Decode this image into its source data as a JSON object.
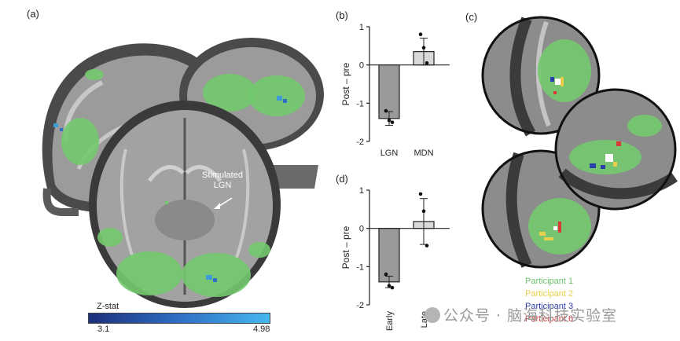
{
  "panels": {
    "a": "(a)",
    "b": "(b)",
    "c": "(c)",
    "d": "(d)"
  },
  "brain": {
    "annotation": [
      "Stimulated",
      "LGN"
    ]
  },
  "zstat": {
    "title": "Z-stat",
    "min_label": "3.1",
    "max_label": "4.98",
    "colors": [
      "#1c2f7a",
      "#2f6fc4",
      "#46b8ef"
    ]
  },
  "chart_data": [
    {
      "type": "bar",
      "panel": "(b)",
      "categories": [
        "LGN",
        "MDN"
      ],
      "values": [
        -1.4,
        0.35
      ],
      "errors": [
        0.18,
        0.35
      ],
      "points": [
        [
          -1.2,
          -1.45,
          -1.5
        ],
        [
          0.8,
          0.45,
          0.05
        ]
      ],
      "xlabel": "",
      "ylabel": "Post – pre",
      "ylim": [
        -2,
        1
      ],
      "yticks": [
        1,
        0,
        -1,
        -2
      ],
      "colors": [
        "#9a9a9a",
        "#d9d9d9"
      ]
    },
    {
      "type": "bar",
      "panel": "(d)",
      "categories": [
        "Early",
        "Late"
      ],
      "values": [
        -1.4,
        0.18
      ],
      "errors": [
        0.15,
        0.6
      ],
      "points": [
        [
          -1.2,
          -1.5,
          -1.55
        ],
        [
          0.9,
          0.45,
          -0.45
        ]
      ],
      "xlabel": "",
      "ylabel": "Post – pre",
      "ylim": [
        -2,
        1
      ],
      "yticks": [
        1,
        0,
        -1,
        -2
      ],
      "colors": [
        "#9a9a9a",
        "#d9d9d9"
      ]
    }
  ],
  "legend": [
    {
      "label": "Participant 1",
      "color": "#6cc36c"
    },
    {
      "label": "Participant 2",
      "color": "#e8d04a"
    },
    {
      "label": "Participant 3",
      "color": "#2b3fa8"
    },
    {
      "label": "Participant 6",
      "color": "#d93a3a"
    }
  ],
  "watermark": "公众号 · 脑海科技实验室"
}
